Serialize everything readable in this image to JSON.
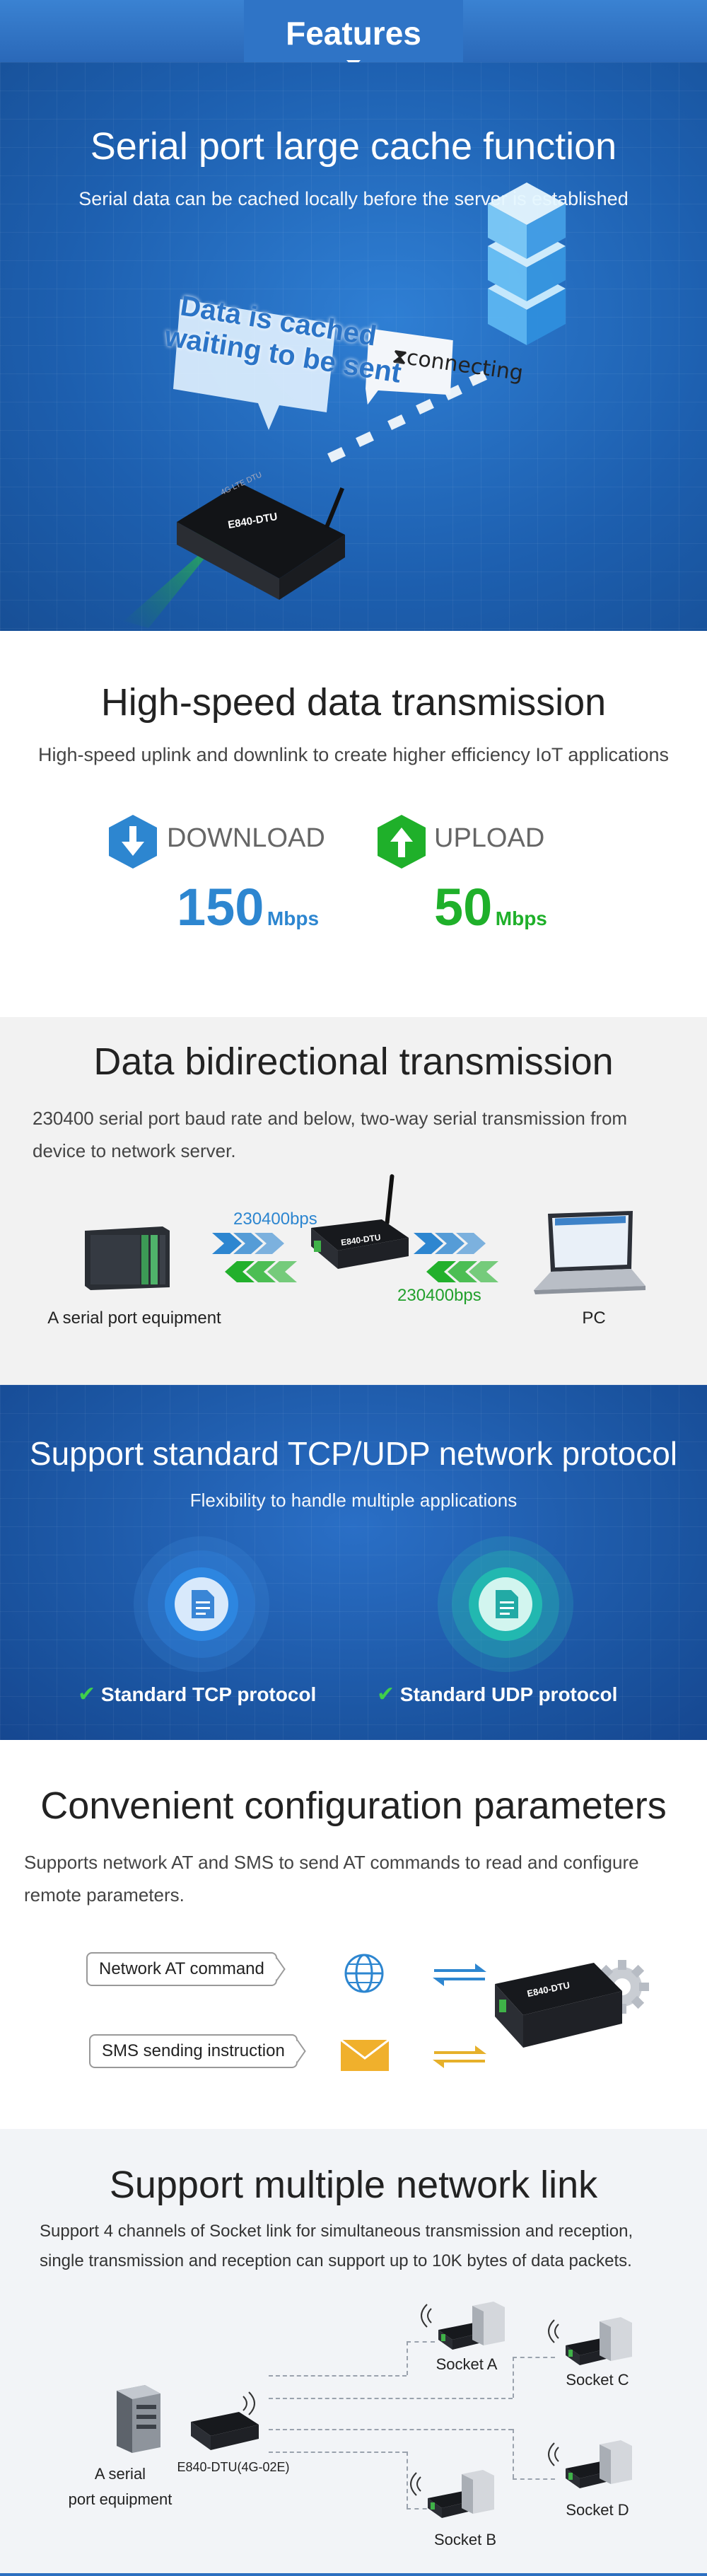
{
  "header": {
    "title": "Features"
  },
  "cache": {
    "title": "Serial port large cache function",
    "subtitle": "Serial data can be cached locally before the server is established",
    "bubble_cached_line1": "Data is cached",
    "bubble_cached_line2": "waiting to be sent",
    "bubble_connecting": "connecting",
    "device_label": "E840-DTU",
    "device_top_label": "4G LTE DTU"
  },
  "speed": {
    "title": "High-speed data transmission",
    "subtitle": "High-speed uplink and downlink to create higher efficiency IoT applications",
    "download_label": "DOWNLOAD",
    "upload_label": "UPLOAD",
    "download_value": "150",
    "upload_value": "50",
    "unit": "Mbps",
    "download_color": "#2d86d0",
    "upload_color": "#1fb02a"
  },
  "bidir": {
    "title": "Data bidirectional transmission",
    "desc_line1": "230400 serial port baud rate and below, two-way serial transmission from",
    "desc_line2": "device to network server.",
    "rate_top": "230400bps",
    "rate_bottom": "230400bps",
    "label_left": "A serial port equipment",
    "label_right": "PC",
    "device_label": "E840-DTU"
  },
  "tcp": {
    "title": "Support standard TCP/UDP network protocol",
    "subtitle": "Flexibility to handle multiple applications",
    "tcp_label": "Standard TCP protocol",
    "udp_label": "Standard UDP protocol"
  },
  "config": {
    "title": "Convenient configuration parameters",
    "desc_line1": "Supports network AT and SMS to send AT commands to read and configure",
    "desc_line2": "remote parameters.",
    "bubble_at": "Network AT command",
    "bubble_sms": "SMS sending instruction",
    "device_label": "E840-DTU"
  },
  "multi": {
    "title": "Support multiple network link",
    "desc_line1": "Support 4 channels of Socket link for simultaneous transmission and reception,",
    "desc_line2": "single transmission and reception can support up to 10K bytes of data packets.",
    "socket_a": "Socket A",
    "socket_b": "Socket B",
    "socket_c": "Socket C",
    "socket_d": "Socket D",
    "equip_line1": "A serial",
    "equip_line2": "port equipment",
    "device_caption": "E840-DTU(4G-02E)"
  }
}
